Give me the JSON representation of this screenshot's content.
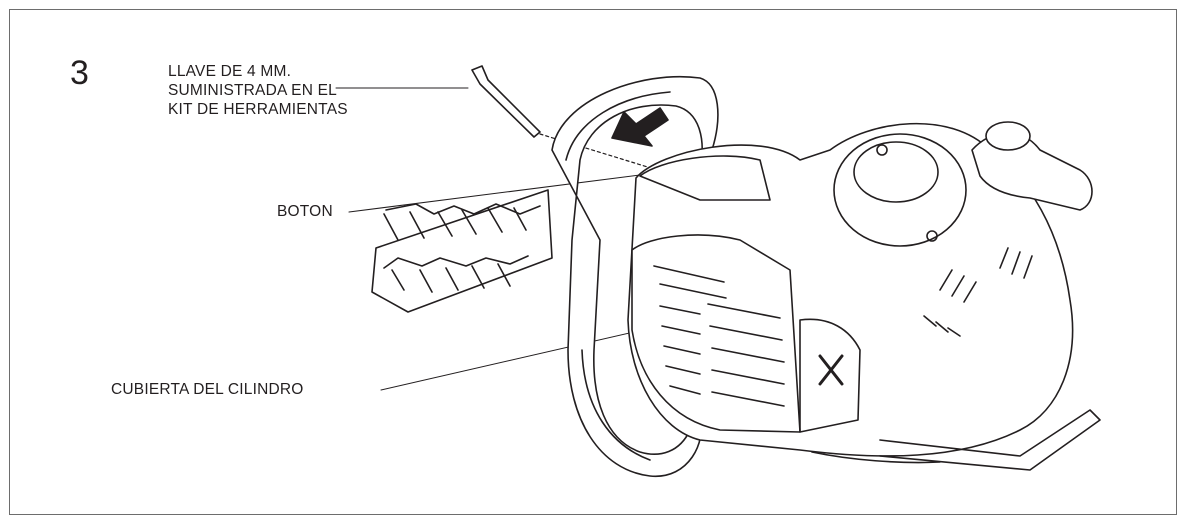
{
  "figure": {
    "step_number": "3",
    "labels": {
      "tool_line1": "LLAVE DE 4 MM.",
      "tool_line2": "SUMINISTRADA EN EL",
      "tool_line3": "KIT DE HERRAMIENTAS",
      "button": "BOTON",
      "cylinder_cover": "CUBIERTA DEL CILINDRO"
    },
    "icons": [
      "allen-key-icon",
      "direction-arrow-icon",
      "hedge-trimmer-illustration"
    ],
    "colors": {
      "line_art": "#231f20",
      "frame": "#6d6d6d",
      "background": "#ffffff"
    }
  }
}
